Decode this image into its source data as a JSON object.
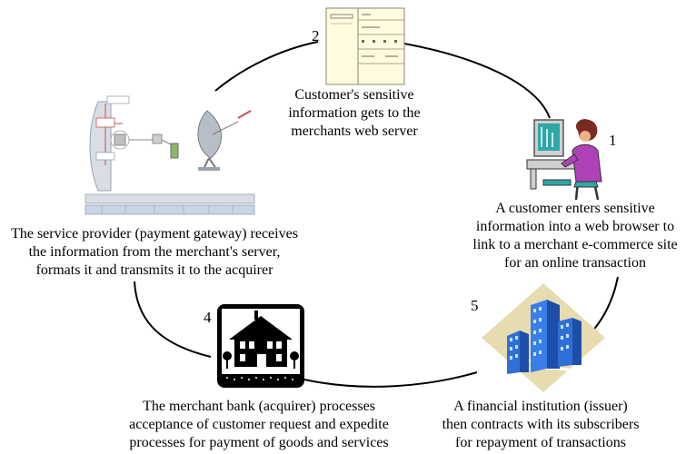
{
  "steps": [
    {
      "number": "1",
      "icon": "customer-at-computer-icon",
      "lines": [
        "A customer enters sensitive",
        "information into a web browser to",
        "link to a merchant e-commerce site",
        "for an online transaction"
      ]
    },
    {
      "number": "2",
      "icon": "web-server-form-icon",
      "lines": [
        "Customer's sensitive",
        "information gets to the",
        "merchants web server"
      ]
    },
    {
      "number": "",
      "icon": "payment-gateway-network-icon",
      "lines": [
        "The service provider (payment gateway) receives",
        "the  information from  the merchant's  server,",
        "formats it and transmits it to the acquirer"
      ]
    },
    {
      "number": "4",
      "icon": "merchant-bank-house-icon",
      "lines": [
        "The merchant bank (acquirer) processes",
        "acceptance of customer request and expedite",
        "processes for payment of goods and services"
      ]
    },
    {
      "number": "5",
      "icon": "financial-institution-buildings-icon",
      "lines": [
        "A financial institution (issuer)",
        "then contracts with its subscribers",
        "for repayment of transactions"
      ]
    }
  ],
  "colors": {
    "line": "#000000",
    "accent_purple": "#b042b8",
    "accent_teal": "#2ea7a7",
    "building_blue": "#2f6fd8",
    "diamond_tan": "#e6dcb0"
  }
}
